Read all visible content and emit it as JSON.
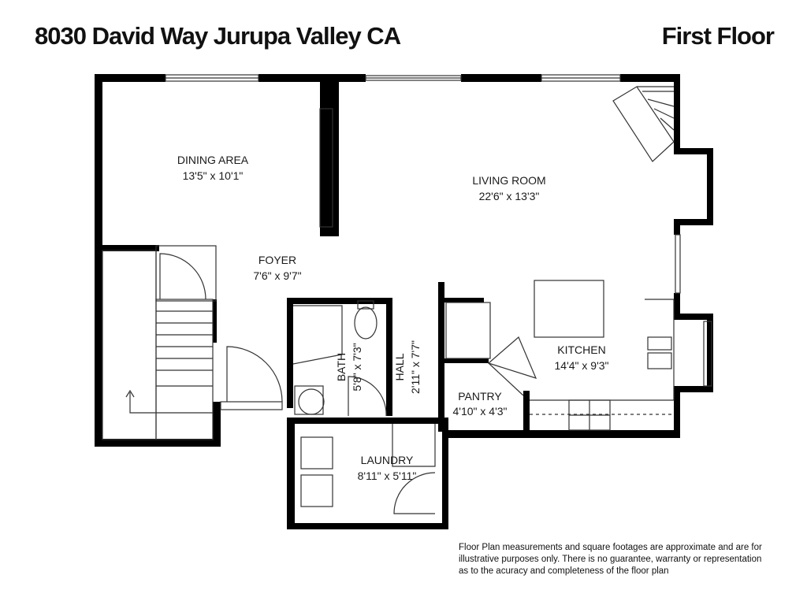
{
  "header": {
    "address": "8030 David Way Jurupa Valley CA",
    "floor": "First Floor"
  },
  "rooms": {
    "dining": {
      "name": "DINING AREA",
      "dims": "13'5\" x 10'1\""
    },
    "living": {
      "name": "LIVING ROOM",
      "dims": "22'6\" x 13'3\""
    },
    "foyer": {
      "name": "FOYER",
      "dims": "7'6\" x 9'7\""
    },
    "kitchen": {
      "name": "KITCHEN",
      "dims": "14'4\" x 9'3\""
    },
    "bath": {
      "name": "BATH",
      "dims": "5'8\" x 7'3\""
    },
    "hall": {
      "name": "HALL",
      "dims": "2'11\" x 7'7\""
    },
    "pantry": {
      "name": "PANTRY",
      "dims": "4'10\" x 4'3\""
    },
    "laundry": {
      "name": "LAUNDRY",
      "dims": "8'11\" x 5'11\""
    }
  },
  "disclaimer": {
    "line1": "Floor Plan measurements and square footages are approximate and are for",
    "line2": "illustrative purposes only. There is no guarantee, warranty or representation",
    "line3": "as to the acuracy and completeness of the floor plan"
  },
  "colors": {
    "wall": "#000000",
    "line": "#333333",
    "background": "#ffffff"
  }
}
